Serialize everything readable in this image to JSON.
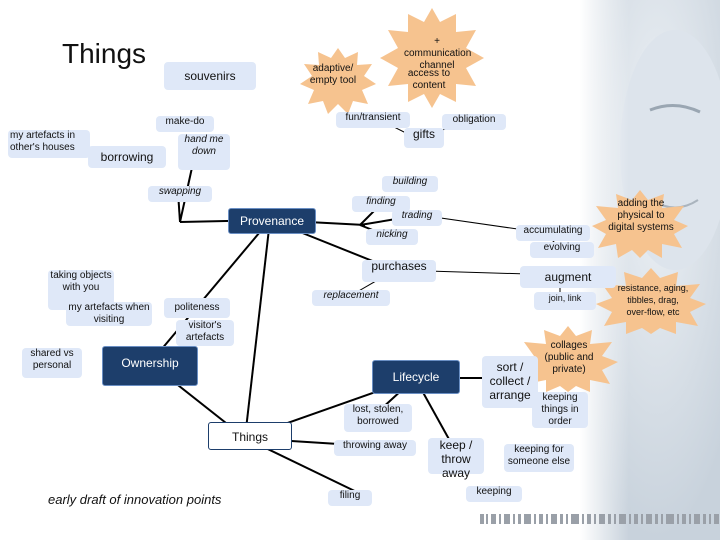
{
  "title": "Things",
  "footer": "early draft of innovation points",
  "hubs": {
    "provenance": "Provenance",
    "ownership": "Ownership",
    "lifecycle": "Lifecycle",
    "things": "Things"
  },
  "nodes": {
    "souvenirs": "souvenirs",
    "make_do": "make-do",
    "my_artefacts": "my artefacts in other's houses",
    "borrowing": "borrowing",
    "hand_me_down": "hand me down",
    "swapping": "swapping",
    "adaptive": "adaptive/ empty tool",
    "communication": "+ communication channel",
    "access": "access to content",
    "fun": "fun/transient",
    "gifts": "gifts",
    "obligation": "obligation",
    "building": "building",
    "finding": "finding",
    "trading": "trading",
    "nicking": "nicking",
    "accumulating": "accumulating",
    "adding": "adding the physical to digital systems",
    "evolving": "evolving",
    "purchases": "purchases",
    "augment": "augment",
    "resistance": "resistance, aging, tibbles, drag, over-flow, etc",
    "replacement": "replacement",
    "join": "join, link",
    "taking_objects": "taking objects with you",
    "my_artefacts_visiting": "my artefacts when visiting",
    "politeness": "politeness",
    "visitors": "visitor's artefacts",
    "shared": "shared vs personal",
    "collages": "collages (public and private)",
    "sort": "sort / collect / arrange",
    "keeping_order": "keeping things in order",
    "lost": "lost, stolen, borrowed",
    "throwing": "throwing away",
    "keep_throw": "keep / throw away",
    "keeping_someone": "keeping for someone else",
    "filing": "filing",
    "keeping": "keeping"
  },
  "colors": {
    "hub": "#1d3e6b",
    "node": "#dfe8f8",
    "burst": "#f6c38f"
  }
}
